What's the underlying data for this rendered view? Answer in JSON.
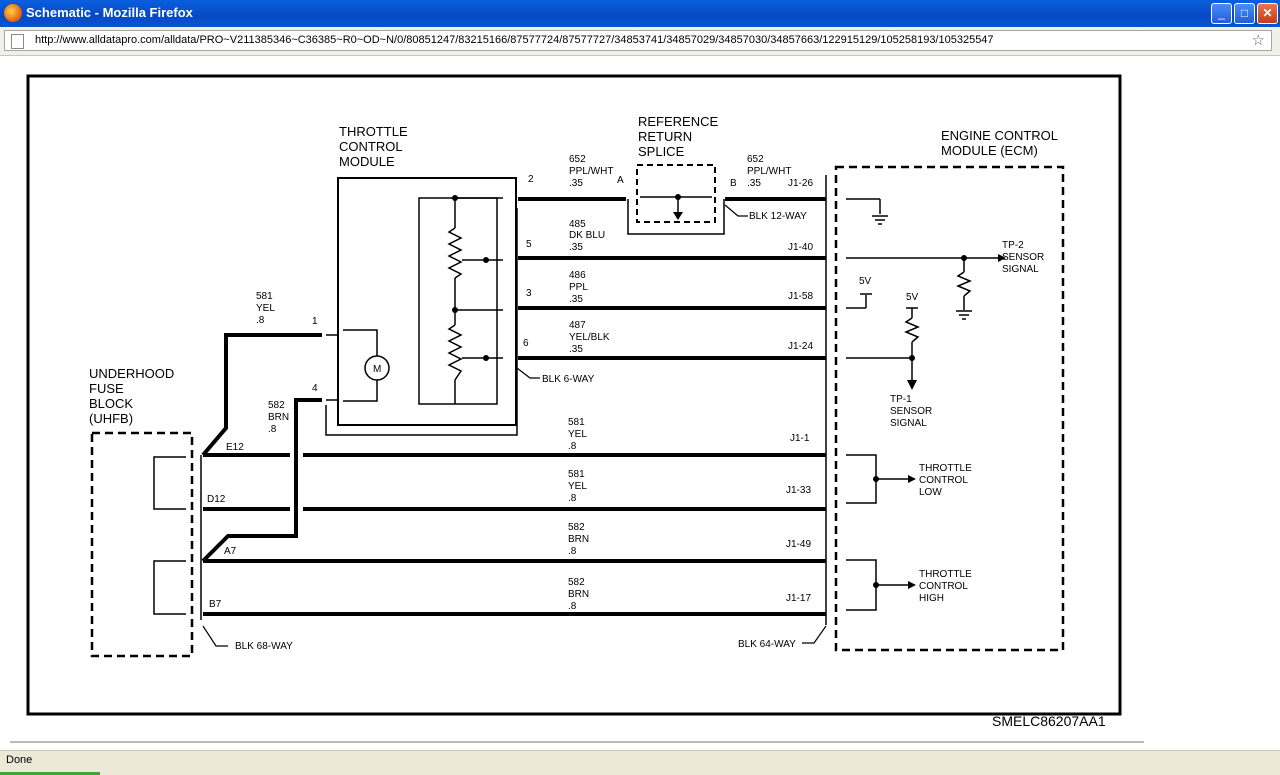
{
  "window": {
    "title": "Schematic - Mozilla Firefox",
    "minimize": "_",
    "maximize": "□",
    "close": "✕"
  },
  "address": {
    "url": "http://www.alldatapro.com/alldata/PRO~V211385346~C36385~R0~OD~N/0/80851247/83215166/87577724/87577727/34853741/34857029/34857030/34857663/122915129/105258193/105325547"
  },
  "status": {
    "text": "Done"
  },
  "icons": {
    "page": "page-icon",
    "star": "bookmark-star-icon",
    "app": "firefox-icon"
  },
  "diagram": {
    "code": "SMELC86207AA1",
    "throttle_module": [
      "THROTTLE",
      "CONTROL",
      "MODULE"
    ],
    "splice": [
      "REFERENCE",
      "RETURN",
      "SPLICE"
    ],
    "ecm": [
      "ENGINE CONTROL",
      "MODULE (ECM)"
    ],
    "uhfb": [
      "UNDERHOOD",
      "FUSE",
      "BLOCK",
      "(UHFB)"
    ],
    "motor": "M",
    "blk12": "BLK 12-WAY",
    "blk6": "BLK 6-WAY",
    "blk68": "BLK 68-WAY",
    "blk64": "BLK 64-WAY",
    "tp2": [
      "TP-2",
      "SENSOR",
      "SIGNAL"
    ],
    "tp1": [
      "TP-1",
      "SENSOR",
      "SIGNAL"
    ],
    "v5": "5V",
    "tcl": [
      "THROTTLE",
      "CONTROL",
      "LOW"
    ],
    "tch": [
      "THROTTLE",
      "CONTROL",
      "HIGH"
    ],
    "pin_a": "A",
    "pin_b": "B",
    "wire_652a": [
      "652",
      "PPL/WHT",
      ".35"
    ],
    "wire_652b": [
      "652",
      "PPL/WHT",
      ".35"
    ],
    "wire_485": [
      "485",
      "DK BLU",
      ".35"
    ],
    "wire_486": [
      "486",
      "PPL",
      ".35"
    ],
    "wire_487": [
      "487",
      "YEL/BLK",
      ".35"
    ],
    "wire_581a": [
      "581",
      "YEL",
      ".8"
    ],
    "wire_582a": [
      "582",
      "BRN",
      ".8"
    ],
    "wire_581b": [
      "581",
      "YEL",
      ".8"
    ],
    "wire_581c": [
      "581",
      "YEL",
      ".8"
    ],
    "wire_582b": [
      "582",
      "BRN",
      ".8"
    ],
    "wire_582c": [
      "582",
      "BRN",
      ".8"
    ],
    "tcm_pins": [
      "2",
      "5",
      "3",
      "6",
      "1",
      "4"
    ],
    "ecm_pins": [
      "J1-26",
      "J1-40",
      "J1-58",
      "J1-24",
      "J1-1",
      "J1-33",
      "J1-49",
      "J1-17"
    ],
    "fuse_pins": [
      "E12",
      "D12",
      "A7",
      "B7"
    ]
  }
}
